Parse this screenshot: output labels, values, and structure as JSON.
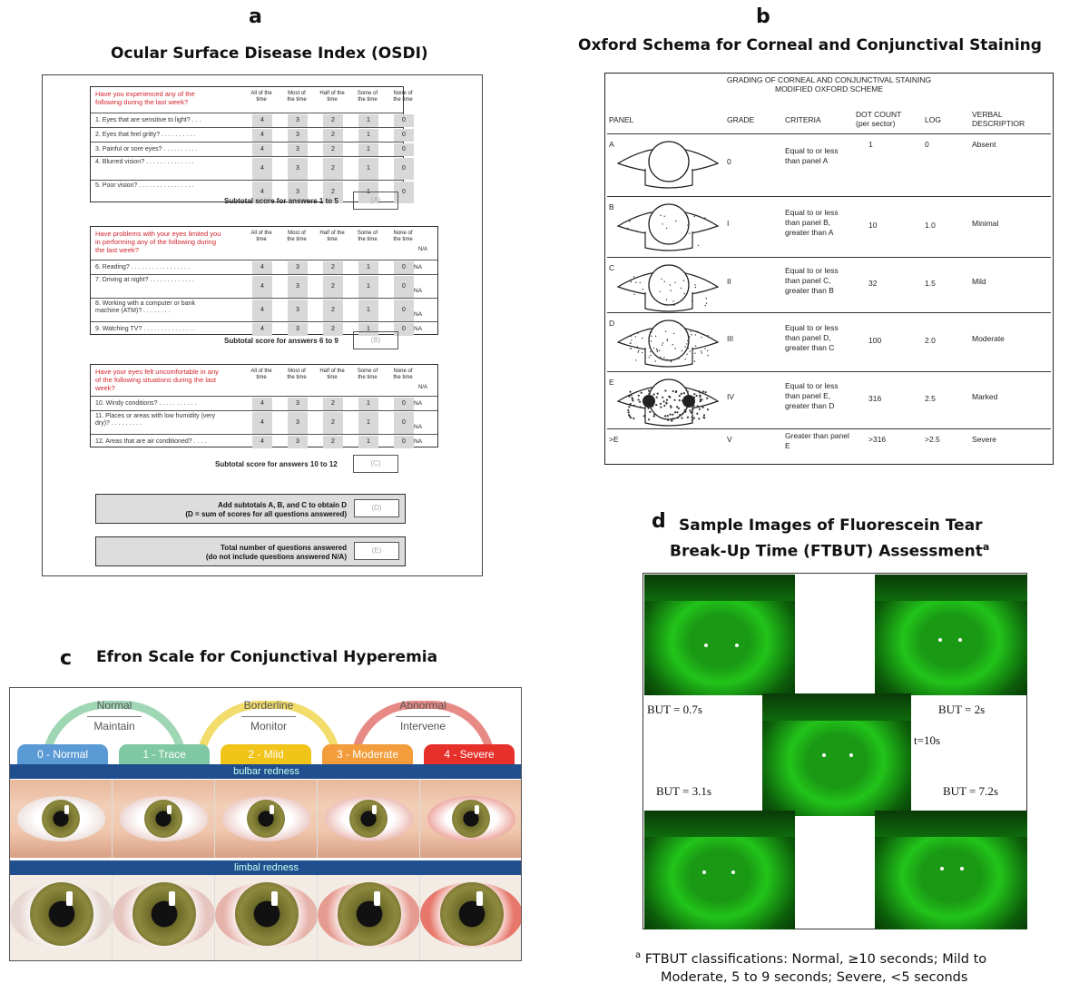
{
  "panel_a": {
    "letter": "a",
    "title": "Ocular Surface Disease Index (OSDI)",
    "col_headers": [
      "All of the time",
      "Most of the time",
      "Half of the time",
      "Some of the time",
      "None of the time"
    ],
    "na_header": "N/A",
    "section1": {
      "question": "Have you experienced any of the following during the last week?",
      "items": [
        "1. Eyes that are sensitive to light? . . .",
        "2. Eyes that feel gritty? . . . . . . . . . .",
        "3. Painful or sore eyes? . . . . . . . . . .",
        "4. Blurred vision? . . . . . . . . . . . . . .",
        "5. Poor vision? . . . . . . . . . . . . . . . ."
      ],
      "subtotal": "Subtotal score for answers 1 to 5",
      "box": "(A)"
    },
    "section2": {
      "question": "Have problems with your eyes limited you in performing any of the following during the last week?",
      "items": [
        "6. Reading? . . . . . . . . . . . . . . . . .",
        "7. Driving at night? . . . . . . . . . . . . .",
        "8. Working with a computer or bank machine (ATM)? . . . . . . . .",
        "9. Watching TV? . . . . . . . . . . . . . . ."
      ],
      "subtotal": "Subtotal score for answers 6 to 9",
      "box": "(B)"
    },
    "section3": {
      "question": "Have your eyes felt uncomfortable in any of the following situations during the last week?",
      "items": [
        "10. Windy conditions? . . . . . . . . . . .",
        "11. Places or areas with low humidity (very dry)? . . . . . . . . .",
        "12. Areas that are air conditioned? . . . ."
      ],
      "subtotal": "Subtotal score for answers 10 to 12",
      "box": "(C)"
    },
    "scores": [
      "4",
      "3",
      "2",
      "1",
      "0"
    ],
    "na_cell": "NA",
    "sum_d": {
      "line1": "Add subtotals A, B, and C to obtain D",
      "line2": "(D = sum of scores for all questions answered)",
      "box": "(D)"
    },
    "sum_e": {
      "line1": "Total number of questions answered",
      "line2": "(do not include questions answered N/A)",
      "box": "(E)"
    }
  },
  "panel_b": {
    "letter": "b",
    "title": "Oxford Schema for Corneal and Conjunctival Staining",
    "header1": "GRADING OF CORNEAL AND CONJUNCTIVAL STAINING",
    "header2": "MODIFIED OXFORD SCHEME",
    "columns": {
      "panel": "PANEL",
      "grade": "GRADE",
      "criteria": "CRITERIA",
      "dot1": "DOT COUNT",
      "dot2": "(per sector)",
      "log": "LOG",
      "verbal1": "VERBAL",
      "verbal2": "DESCRIPTIOR"
    },
    "rows": [
      {
        "panel": "A",
        "grade": "0",
        "criteria": "Equal to or less than panel A",
        "dot": "1",
        "log": "0",
        "verbal": "Absent"
      },
      {
        "panel": "B",
        "grade": "I",
        "criteria": "Equal to or less than panel B, greater than A",
        "dot": "10",
        "log": "1.0",
        "verbal": "Minimal"
      },
      {
        "panel": "C",
        "grade": "II",
        "criteria": "Equal to or less than panel C, greater than B",
        "dot": "32",
        "log": "1.5",
        "verbal": "Mild"
      },
      {
        "panel": "D",
        "grade": "III",
        "criteria": "Equal to or less than panel D, greater than C",
        "dot": "100",
        "log": "2.0",
        "verbal": "Moderate"
      },
      {
        "panel": "E",
        "grade": "IV",
        "criteria": "Equal to or less than panel E, greater than D",
        "dot": "316",
        "log": "2.5",
        "verbal": "Marked"
      },
      {
        "panel": ">E",
        "grade": "V",
        "criteria": "Greater than panel E",
        "dot": ">316",
        "log": ">2.5",
        "verbal": "Severe"
      }
    ]
  },
  "panel_c": {
    "letter": "c",
    "title": "Efron Scale for Conjunctival Hyperemia",
    "categories": [
      {
        "top": "Normal",
        "bottom": "Maintain",
        "color": "#9fd6b4"
      },
      {
        "top": "Borderline",
        "bottom": "Monitor",
        "color": "#f2dc6c"
      },
      {
        "top": "Abnormal",
        "bottom": "Intervene",
        "color": "#e78a86"
      }
    ],
    "grades": [
      {
        "label": "0 - Normal",
        "color": "#5b9bd5"
      },
      {
        "label": "1 - Trace",
        "color": "#7fc8a4"
      },
      {
        "label": "2 - Mild",
        "color": "#f0c419"
      },
      {
        "label": "3 - Moderate",
        "color": "#f39c3c"
      },
      {
        "label": "4 - Severe",
        "color": "#e8302a"
      }
    ],
    "band1": "bulbar redness",
    "band2": "limbal redness"
  },
  "panel_d": {
    "letter": "d",
    "title_line1": "Sample Images of Fluorescein Tear",
    "title_line2": "Break-Up Time (FTBUT) Assessment",
    "title_sup": "a",
    "labels": {
      "tl": "BUT = 0.7s",
      "tr": "BUT = 2s",
      "bl": "BUT = 3.1s",
      "br": "BUT = 7.2s",
      "center": "t=10s"
    },
    "footnote_sup": "a",
    "footnote_line1": " FTBUT classifications: Normal, ≥10 seconds; Mild to",
    "footnote_line2": "Moderate, 5 to 9 seconds;  Severe, <5 seconds"
  }
}
